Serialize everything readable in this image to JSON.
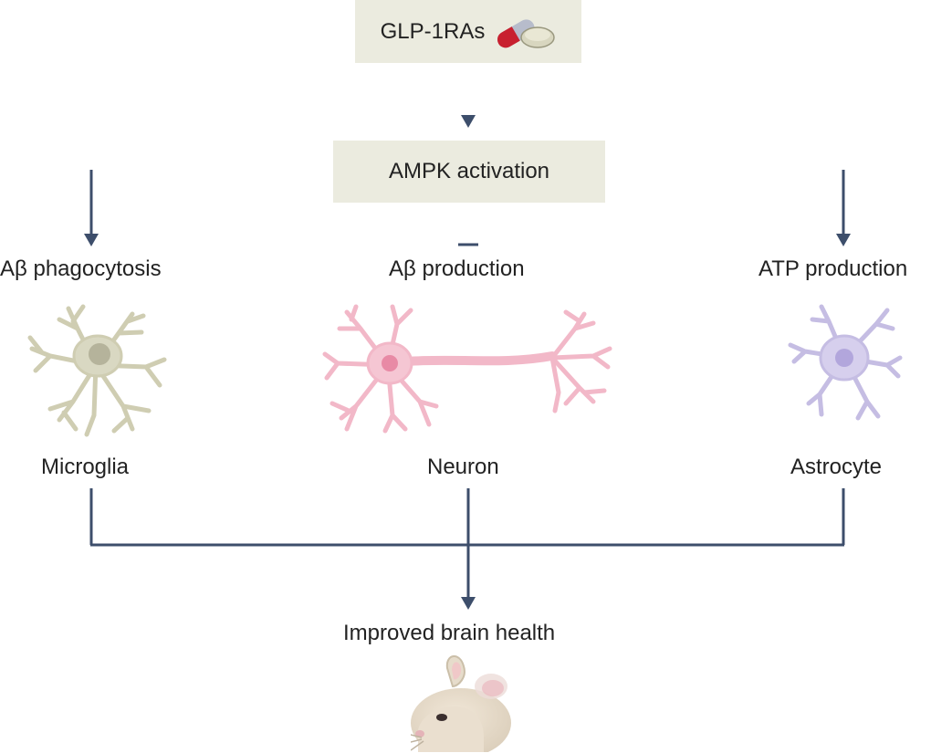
{
  "nodes": {
    "drug": {
      "label": "GLP-1RAs",
      "icon": "pill-capsule-tablet-icon"
    },
    "ampk": {
      "label": "AMPK activation"
    },
    "left_effect": {
      "label": "Aβ phagocytosis"
    },
    "center_effect": {
      "label": "Aβ production"
    },
    "right_effect": {
      "label": "ATP production"
    },
    "left_cell": {
      "label": "Microglia",
      "icon": "microglia-cell-icon"
    },
    "center_cell": {
      "label": "Neuron",
      "icon": "neuron-cell-icon"
    },
    "right_cell": {
      "label": "Astrocyte",
      "icon": "astrocyte-cell-icon"
    },
    "outcome": {
      "label": "Improved brain health",
      "icon": "mouse-head-icon"
    }
  },
  "colors": {
    "box_fill": "#ebebdf",
    "arrow": "#3d4e6b",
    "microglia": "#d9d8c2",
    "neuron": "#f2b8c8",
    "astrocyte": "#cfc6e8"
  }
}
